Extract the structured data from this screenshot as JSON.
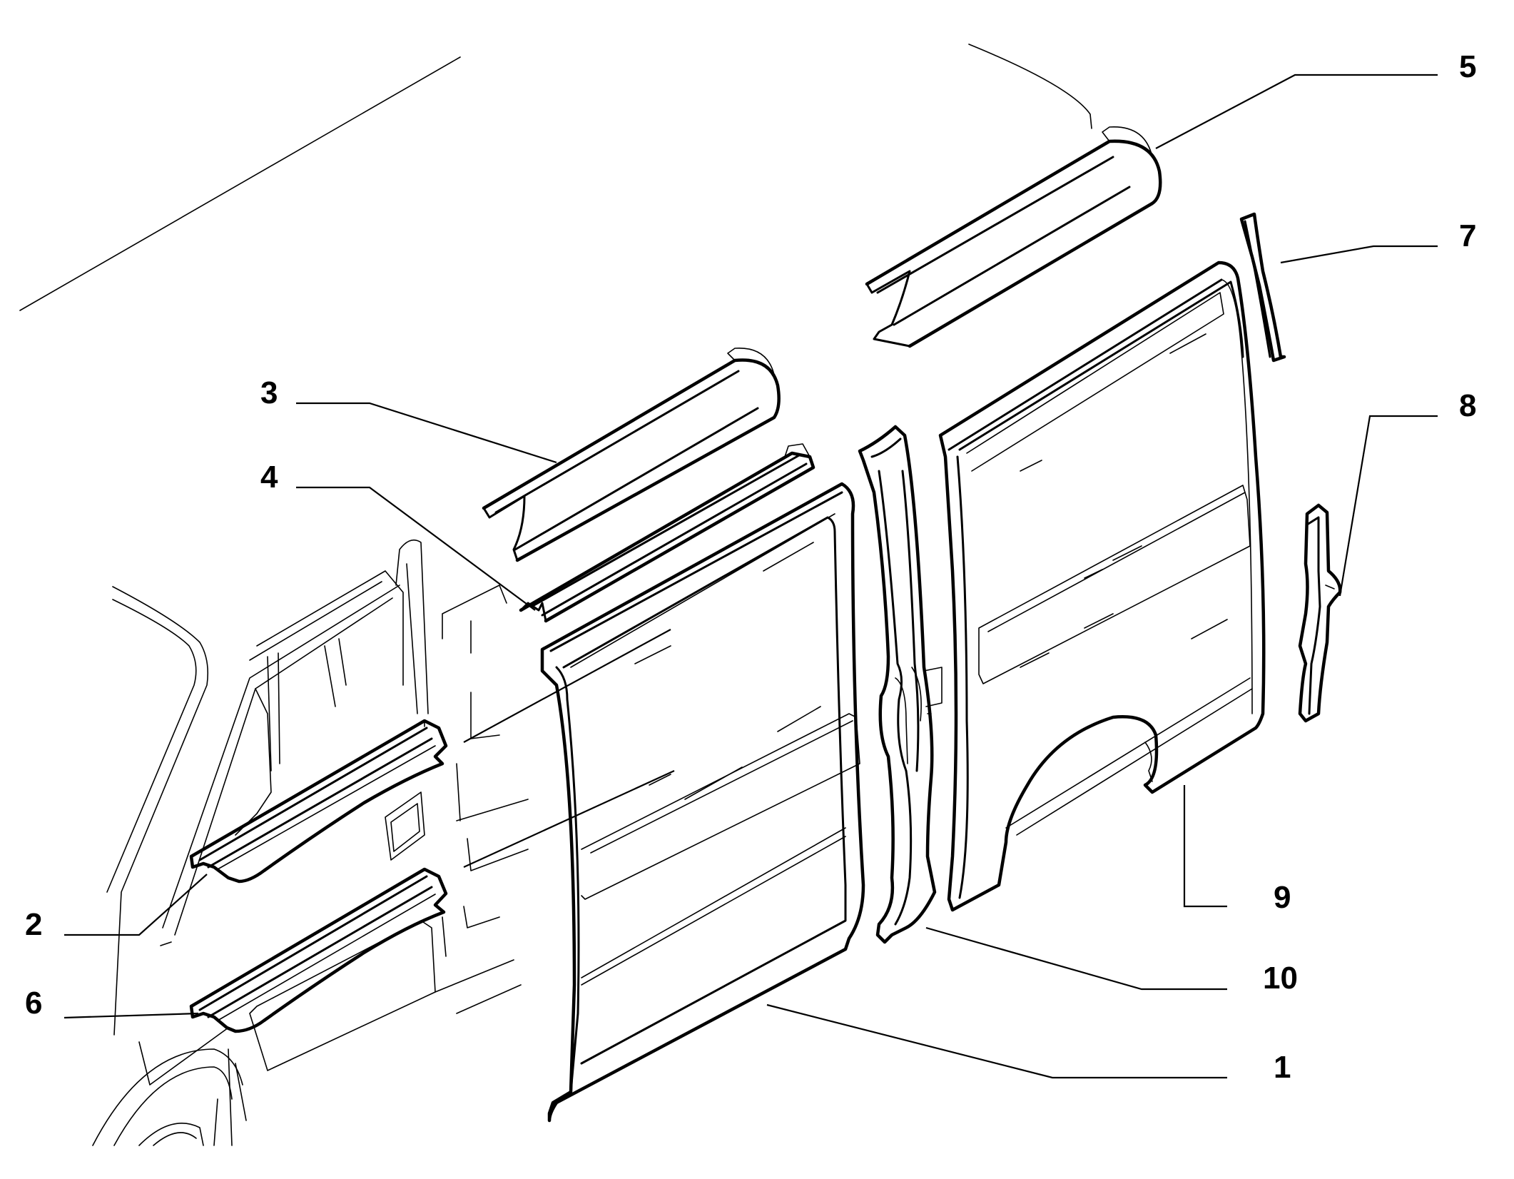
{
  "callouts": [
    {
      "id": "1",
      "label": "1"
    },
    {
      "id": "2",
      "label": "2"
    },
    {
      "id": "3",
      "label": "3"
    },
    {
      "id": "4",
      "label": "4"
    },
    {
      "id": "5",
      "label": "5"
    },
    {
      "id": "6",
      "label": "6"
    },
    {
      "id": "7",
      "label": "7"
    },
    {
      "id": "8",
      "label": "8"
    },
    {
      "id": "9",
      "label": "9"
    },
    {
      "id": "10",
      "label": "10"
    }
  ],
  "colors": {
    "ink": "#000000",
    "background": "#ffffff"
  }
}
